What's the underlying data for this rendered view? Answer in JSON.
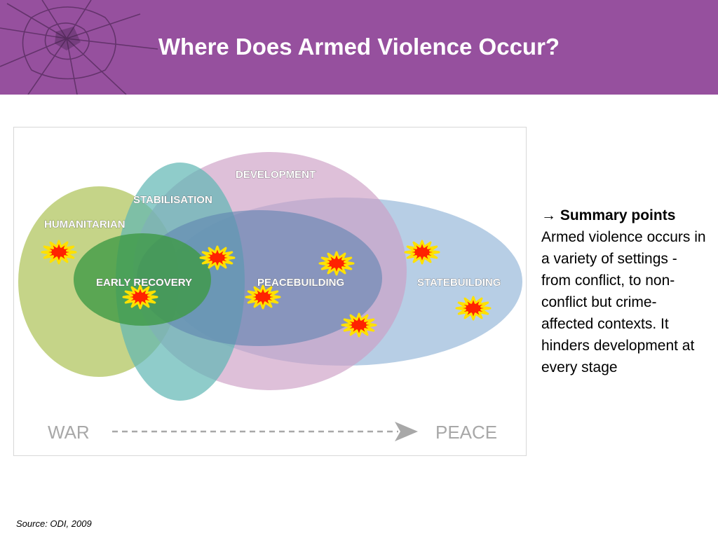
{
  "slide": {
    "title": "Where Does Armed Violence Occur?",
    "source": "Source: ODI, 2009"
  },
  "diagram": {
    "circles": {
      "humanitarian": "HUMANITARIAN",
      "stabilisation": "STABILISATION",
      "development": "DEVELOPMENT",
      "early_recovery": "EARLY RECOVERY",
      "peacebuilding": "PEACEBUILDING",
      "statebuilding": "STATEBUILDING"
    },
    "axis": {
      "start": "WAR",
      "end": "PEACE"
    },
    "colors": {
      "humanitarian": "#b7c96a",
      "stabilisation": "#5fb6b4",
      "development": "#cc9ec4",
      "early_recovery": "#3f9a46",
      "peacebuilding": "#5f84b0",
      "statebuilding": "#9fbddc",
      "burst_fill": "#ff2200",
      "burst_outline": "#ffe100"
    },
    "icons": {
      "violence_marker": "explosion-burst-icon"
    }
  },
  "summary": {
    "arrow": "→",
    "heading": "Summary points",
    "body": "Armed violence occurs in a variety of settings - from conflict, to non-conflict but crime-affected contexts. It hinders development at every stage"
  }
}
